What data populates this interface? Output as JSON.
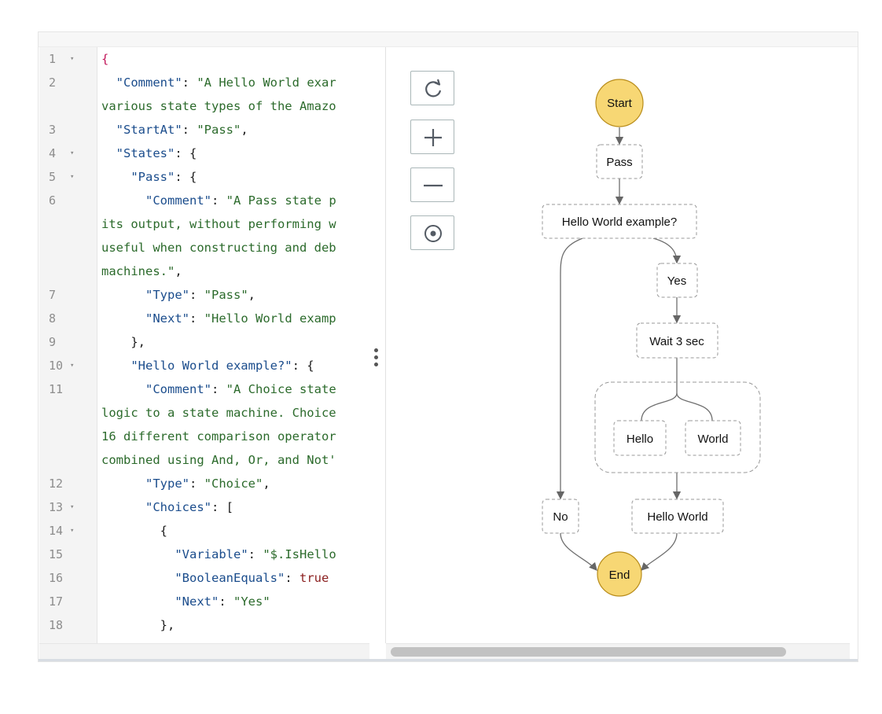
{
  "editor": {
    "lines": [
      {
        "num": "1",
        "fold": true,
        "segments": [
          [
            "brace",
            "{"
          ]
        ]
      },
      {
        "num": "2",
        "fold": false,
        "segments": [
          [
            "p",
            "  "
          ],
          [
            "k",
            "\"Comment\""
          ],
          [
            "p",
            ": "
          ],
          [
            "s",
            "\"A Hello World exar"
          ]
        ]
      },
      {
        "num": "",
        "fold": false,
        "segments": [
          [
            "s",
            "various state types of the Amazo"
          ]
        ]
      },
      {
        "num": "3",
        "fold": false,
        "segments": [
          [
            "p",
            "  "
          ],
          [
            "k",
            "\"StartAt\""
          ],
          [
            "p",
            ": "
          ],
          [
            "s",
            "\"Pass\""
          ],
          [
            "p",
            ","
          ]
        ]
      },
      {
        "num": "4",
        "fold": true,
        "segments": [
          [
            "p",
            "  "
          ],
          [
            "k",
            "\"States\""
          ],
          [
            "p",
            ": {"
          ]
        ]
      },
      {
        "num": "5",
        "fold": true,
        "segments": [
          [
            "p",
            "    "
          ],
          [
            "k",
            "\"Pass\""
          ],
          [
            "p",
            ": {"
          ]
        ]
      },
      {
        "num": "6",
        "fold": false,
        "segments": [
          [
            "p",
            "      "
          ],
          [
            "k",
            "\"Comment\""
          ],
          [
            "p",
            ": "
          ],
          [
            "s",
            "\"A Pass state p"
          ]
        ]
      },
      {
        "num": "",
        "fold": false,
        "segments": [
          [
            "s",
            "its output, without performing w"
          ]
        ]
      },
      {
        "num": "",
        "fold": false,
        "segments": [
          [
            "s",
            "useful when constructing and deb"
          ]
        ]
      },
      {
        "num": "",
        "fold": false,
        "segments": [
          [
            "s",
            "machines.\""
          ],
          [
            "p",
            ","
          ]
        ]
      },
      {
        "num": "7",
        "fold": false,
        "segments": [
          [
            "p",
            "      "
          ],
          [
            "k",
            "\"Type\""
          ],
          [
            "p",
            ": "
          ],
          [
            "s",
            "\"Pass\""
          ],
          [
            "p",
            ","
          ]
        ]
      },
      {
        "num": "8",
        "fold": false,
        "segments": [
          [
            "p",
            "      "
          ],
          [
            "k",
            "\"Next\""
          ],
          [
            "p",
            ": "
          ],
          [
            "s",
            "\"Hello World examp"
          ]
        ]
      },
      {
        "num": "9",
        "fold": false,
        "segments": [
          [
            "p",
            "    },"
          ]
        ]
      },
      {
        "num": "10",
        "fold": true,
        "segments": [
          [
            "p",
            "    "
          ],
          [
            "k",
            "\"Hello World example?\""
          ],
          [
            "p",
            ": {"
          ]
        ]
      },
      {
        "num": "11",
        "fold": false,
        "segments": [
          [
            "p",
            "      "
          ],
          [
            "k",
            "\"Comment\""
          ],
          [
            "p",
            ": "
          ],
          [
            "s",
            "\"A Choice state"
          ]
        ]
      },
      {
        "num": "",
        "fold": false,
        "segments": [
          [
            "s",
            "logic to a state machine. Choice"
          ]
        ]
      },
      {
        "num": "",
        "fold": false,
        "segments": [
          [
            "s",
            "16 different comparison operator"
          ]
        ]
      },
      {
        "num": "",
        "fold": false,
        "segments": [
          [
            "s",
            "combined using And, Or, and Not'"
          ]
        ]
      },
      {
        "num": "12",
        "fold": false,
        "segments": [
          [
            "p",
            "      "
          ],
          [
            "k",
            "\"Type\""
          ],
          [
            "p",
            ": "
          ],
          [
            "s",
            "\"Choice\""
          ],
          [
            "p",
            ","
          ]
        ]
      },
      {
        "num": "13",
        "fold": true,
        "segments": [
          [
            "p",
            "      "
          ],
          [
            "k",
            "\"Choices\""
          ],
          [
            "p",
            ": ["
          ]
        ]
      },
      {
        "num": "14",
        "fold": true,
        "segments": [
          [
            "p",
            "        {"
          ]
        ]
      },
      {
        "num": "15",
        "fold": false,
        "segments": [
          [
            "p",
            "          "
          ],
          [
            "k",
            "\"Variable\""
          ],
          [
            "p",
            ": "
          ],
          [
            "s",
            "\"$.IsHello"
          ]
        ]
      },
      {
        "num": "16",
        "fold": false,
        "segments": [
          [
            "p",
            "          "
          ],
          [
            "k",
            "\"BooleanEquals\""
          ],
          [
            "p",
            ": "
          ],
          [
            "b",
            "true"
          ]
        ]
      },
      {
        "num": "17",
        "fold": false,
        "segments": [
          [
            "p",
            "          "
          ],
          [
            "k",
            "\"Next\""
          ],
          [
            "p",
            ": "
          ],
          [
            "s",
            "\"Yes\""
          ]
        ]
      },
      {
        "num": "18",
        "fold": false,
        "segments": [
          [
            "p",
            "        },"
          ]
        ]
      }
    ]
  },
  "controls": {
    "icons": [
      "refresh-icon",
      "zoom-in-icon",
      "zoom-out-icon",
      "center-icon"
    ]
  },
  "graph": {
    "start_label": "Start",
    "pass_label": "Pass",
    "choice_label": "Hello World example?",
    "yes_label": "Yes",
    "wait_label": "Wait 3 sec",
    "hello_label": "Hello",
    "world_label": "World",
    "no_label": "No",
    "hello_world_label": "Hello World",
    "end_label": "End",
    "terminal_color": "#f7d774",
    "terminal_border": "#b88c1a"
  }
}
